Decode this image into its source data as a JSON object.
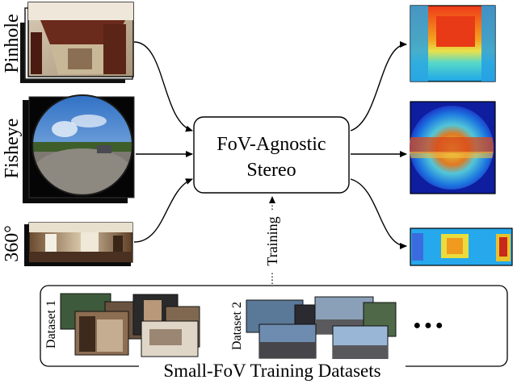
{
  "input_labels": {
    "pinhole": "Pinhole",
    "fisheye": "Fisheye",
    "pano": "360°"
  },
  "center_box": {
    "line1": "FoV-Agnostic",
    "line2": "Stereo"
  },
  "training_label": "Training",
  "datasets": {
    "label1": "Dataset 1",
    "label2": "Dataset 2",
    "ellipsis": "● ● ●"
  },
  "bottom_title": "Small-FoV Training Datasets",
  "colors": {
    "box_stroke": "#000000",
    "arrow": "#000000",
    "depth_red": "#d42a1e",
    "depth_orange": "#f07a1a",
    "depth_yellow": "#f2d23a",
    "depth_cyan": "#22b6e6",
    "depth_blue": "#1c46d8"
  }
}
